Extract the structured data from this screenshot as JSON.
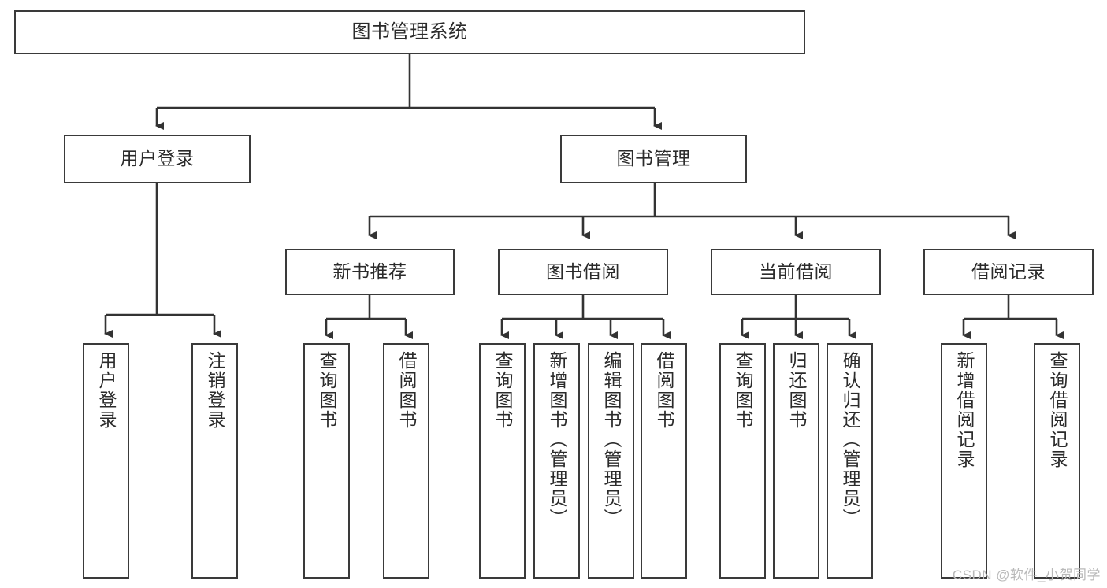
{
  "diagram": {
    "type": "tree",
    "title": "图书管理系统",
    "watermark": "CSDN @软件_小贺同学",
    "colors": {
      "box_border": "#3a3a3a",
      "box_fill": "#ffffff",
      "edge": "#333333",
      "text": "#2b2b2b",
      "watermark": "#b9b9b9"
    },
    "levels": {
      "root": {
        "label": "图书管理系统"
      },
      "level2": [
        {
          "label": "用户登录"
        },
        {
          "label": "图书管理"
        }
      ],
      "level3": [
        {
          "label": "新书推荐"
        },
        {
          "label": "图书借阅"
        },
        {
          "label": "当前借阅"
        },
        {
          "label": "借阅记录"
        }
      ],
      "leaves": {
        "user_login": [
          {
            "label": "用户登录"
          },
          {
            "label": "注销登录"
          }
        ],
        "new_book_recommend": [
          {
            "label": "查询图书"
          },
          {
            "label": "借阅图书"
          }
        ],
        "book_borrow": [
          {
            "label": "查询图书"
          },
          {
            "label": "新增图书（管理员）"
          },
          {
            "label": "编辑图书（管理员）"
          },
          {
            "label": "借阅图书"
          }
        ],
        "current_borrow": [
          {
            "label": "查询图书"
          },
          {
            "label": "归还图书"
          },
          {
            "label": "确认归还（管理员）"
          }
        ],
        "borrow_record": [
          {
            "label": "新增借阅记录"
          },
          {
            "label": "查询借阅记录"
          }
        ]
      }
    }
  }
}
